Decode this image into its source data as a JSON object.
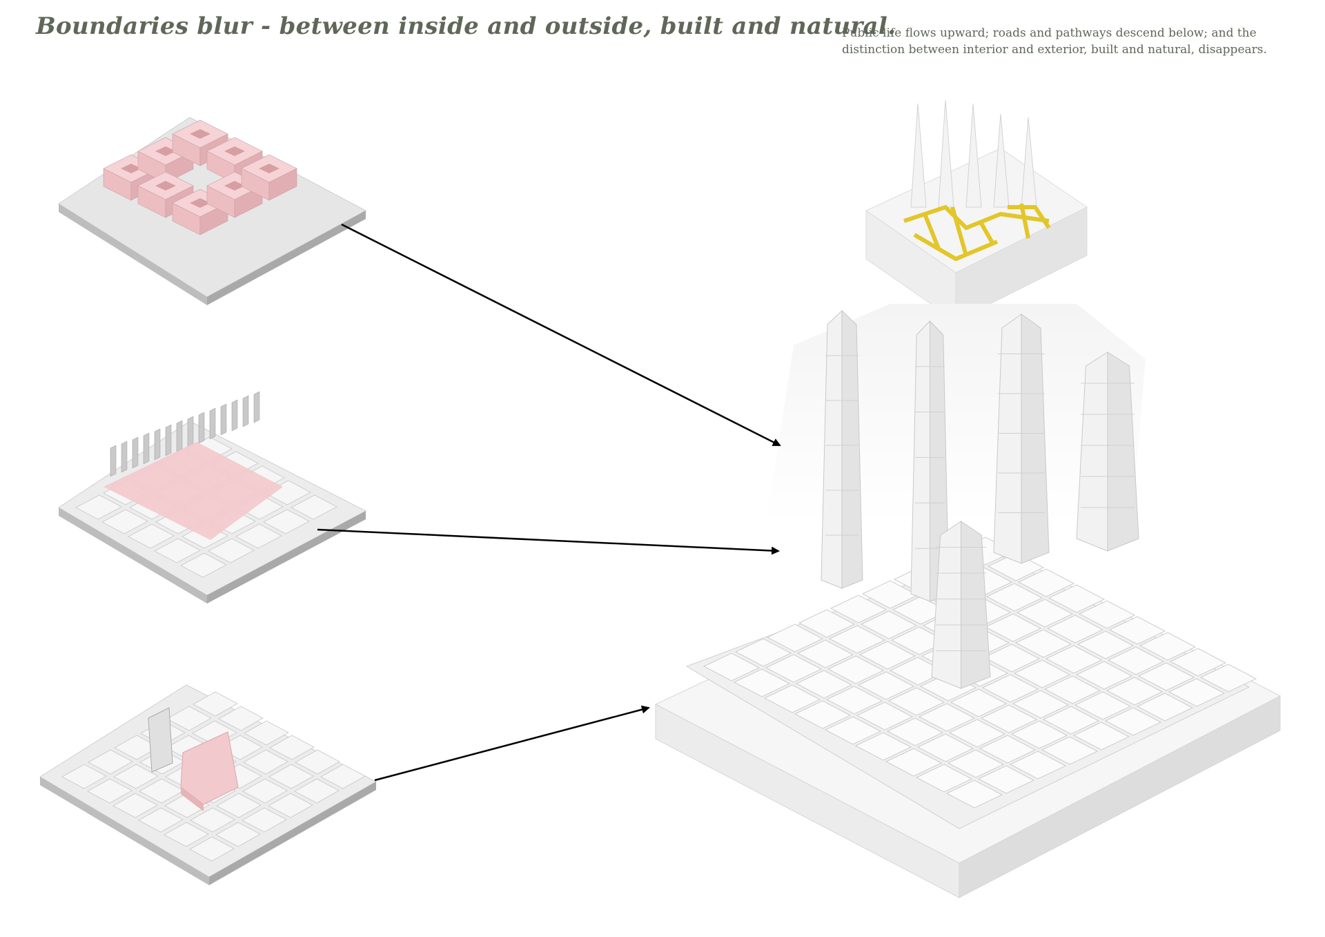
{
  "header": {
    "title": "Boundaries blur - between inside and outside, built and natural.",
    "subtitle": "Public life flows upward; roads and pathways descend below; and the distinction between interior and exterior, built and natural, disappears."
  },
  "colors": {
    "text": "#5f6758",
    "highlight_pink": "#f2c9cc",
    "path_yellow": "#e2c62a",
    "model_white": "#f3f3f3",
    "arrow": "#000000"
  },
  "diagram": {
    "panels": [
      "courtyard-block-panel",
      "slab-grid-panel",
      "terraced-block-panel"
    ],
    "target": "tower-megastructure",
    "inset": "upper-level-pathways",
    "arrow_count": 3
  }
}
